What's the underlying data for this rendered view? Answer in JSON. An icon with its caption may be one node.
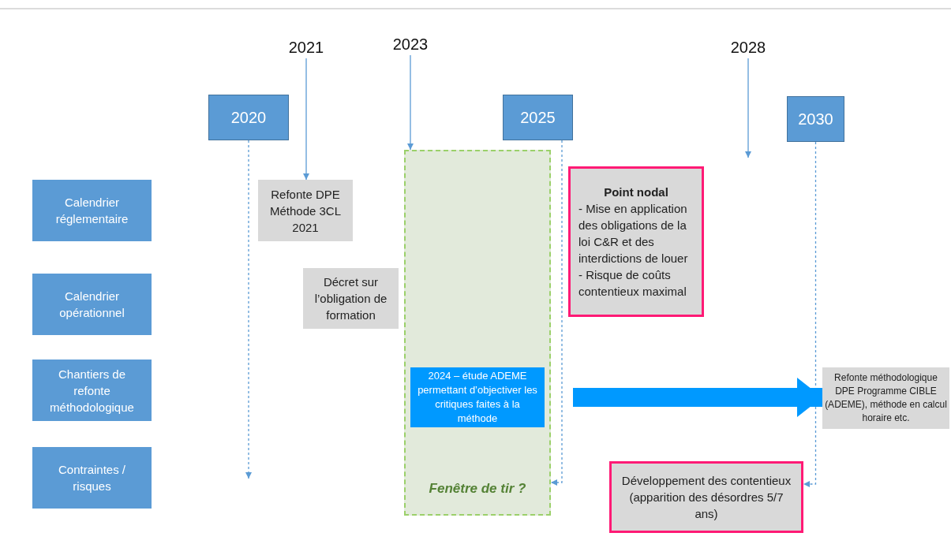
{
  "diagram": {
    "nodes": [
      {
        "text": [
          "2020"
        ]
      },
      {
        "text": [
          "2025"
        ]
      },
      {
        "text": [
          "2030"
        ]
      },
      {
        "text": [
          "2021"
        ]
      },
      {
        "text": [
          "2023"
        ]
      },
      {
        "text": [
          "2028"
        ]
      },
      {
        "text": [
          "Calendrier réglementaire"
        ]
      },
      {
        "text": [
          "Calendrier opérationnel"
        ]
      },
      {
        "text": [
          "Chantiers de refonte méthodologique"
        ]
      },
      {
        "text": [
          "Contraintes / risques"
        ]
      },
      {
        "text": [
          "Refonte DPE Méthode 3CL 2021"
        ]
      },
      {
        "text": [
          "Point nodal",
          "- Mise en application des  obligations de la loi C&R et des interdictions de louer",
          "- Risque de coûts contentieux maximal"
        ]
      },
      {
        "text": [
          "Décret sur l’obligation de formation"
        ]
      },
      {
        "text": [
          "Fenêtre de tir ?"
        ]
      },
      {
        "text": [
          "2024 – étude ADEME permettant d’objectiver les critiques faites à la méthode"
        ],
        "in": 13
      },
      {
        "text": [
          "Refonte méthodologique DPE Programme CIBLE (ADEME), méthode en calcul horaire etc."
        ]
      },
      {
        "text": [
          "Développement des contentieux (apparition des désordres 5/7 ans)"
        ]
      }
    ],
    "edges": [
      {
        "from": 0,
        "to": null,
        "arrow": "to",
        "style": "dashed"
      },
      {
        "from": 1,
        "to": 13,
        "arrow": "to",
        "style": "dashed"
      },
      {
        "from": 2,
        "to": 16,
        "arrow": "to",
        "style": "dashed"
      },
      {
        "from": 3,
        "to": 10,
        "arrow": "to"
      },
      {
        "from": 4,
        "to": 13,
        "arrow": "to"
      },
      {
        "from": 5,
        "to": null,
        "arrow": "to"
      },
      {
        "from": 14,
        "to": 15,
        "arrow": "to",
        "style": "thick",
        "color": "#0099ff"
      }
    ]
  }
}
